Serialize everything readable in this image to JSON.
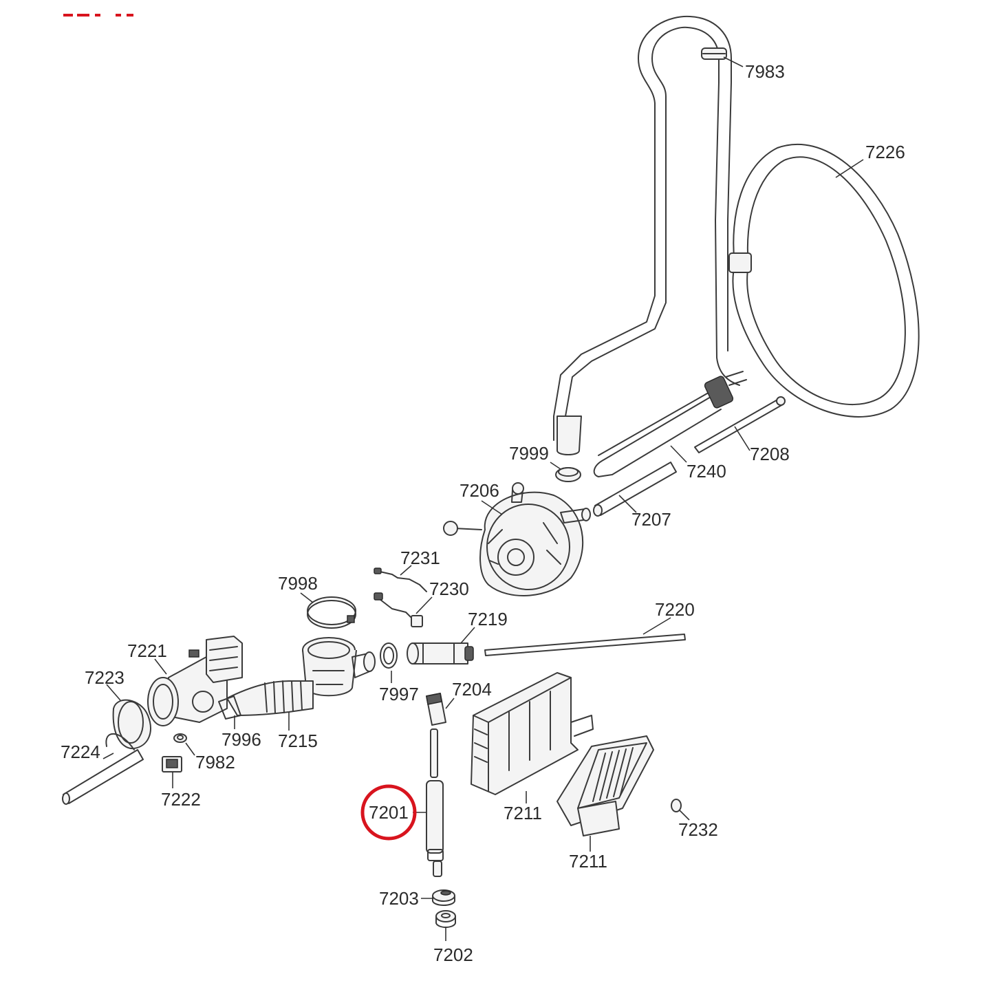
{
  "diagram": {
    "highlight_color": "#d8141e",
    "highlighted_part": "7201",
    "labels": {
      "p7983": "7983",
      "p7226": "7226",
      "p7999": "7999",
      "p7240": "7240",
      "p7208": "7208",
      "p7206": "7206",
      "p7207": "7207",
      "p7231": "7231",
      "p7230": "7230",
      "p7998": "7998",
      "p7219": "7219",
      "p7220": "7220",
      "p7221": "7221",
      "p7223": "7223",
      "p7997": "7997",
      "p7204": "7204",
      "p7996": "7996",
      "p7215": "7215",
      "p7224": "7224",
      "p7982": "7982",
      "p7222": "7222",
      "p7201": "7201",
      "p7211a": "7211",
      "p7211b": "7211",
      "p7232": "7232",
      "p7203": "7203",
      "p7202": "7202"
    }
  }
}
